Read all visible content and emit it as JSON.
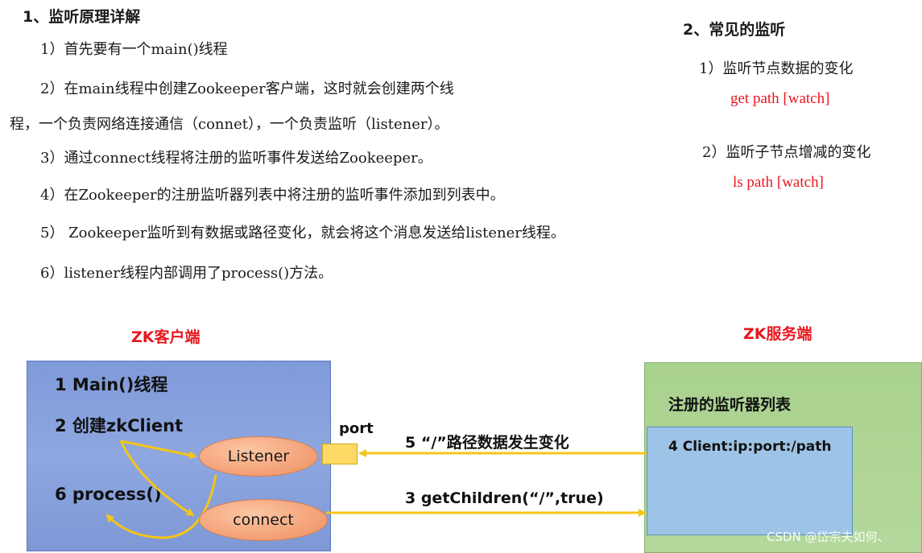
{
  "left_section": {
    "heading": "1、监听原理详解",
    "steps": [
      "1）首先要有一个main()线程",
      "2）在main线程中创建Zookeeper客户端，这时就会创建两个线",
      "程，一个负责网络连接通信（connet），一个负责监听（listener）。",
      "3）通过connect线程将注册的监听事件发送给Zookeeper。",
      "4）在Zookeeper的注册监听器列表中将注册的监听事件添加到列表中。",
      "5） Zookeeper监听到有数据或路径变化，就会将这个消息发送给listener线程。",
      "6）listener线程内部调用了process()方法。"
    ]
  },
  "right_section": {
    "heading": "2、常见的监听",
    "items": [
      {
        "label": "1）监听节点数据的变化",
        "command": "get path [watch]"
      },
      {
        "label": "2）监听子节点增减的变化",
        "command": "ls path [watch]"
      }
    ]
  },
  "diagram": {
    "client_title": "ZK客户端",
    "server_title": "ZK服务端",
    "client_lines": {
      "main": "1 Main()线程",
      "create": "2 创建zkClient",
      "process": "6 process()"
    },
    "listener_label": "Listener",
    "connect_label": "connect",
    "port_label": "port",
    "arrow_notify": "5 “/”路径数据发生变化",
    "arrow_request": "3 getChildren(“/”,true)",
    "registry_title": "注册的监听器列表",
    "registry_entry": "4 Client:ip:port:/path"
  },
  "watermark": "CSDN @岱宗夫如何、",
  "colors": {
    "client_box": "#8ea7e0",
    "server_box": "#b4d89c",
    "registry_box": "#9dc3e6",
    "ellipse": "#f4a37a",
    "arrow": "#f5c518",
    "title_red": "#e8171e"
  }
}
